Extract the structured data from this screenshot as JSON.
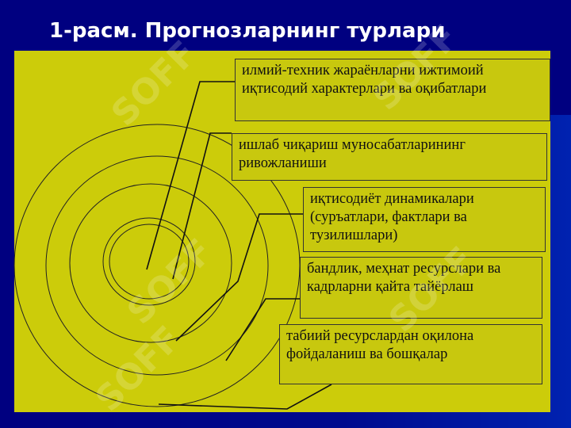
{
  "title": "1-расм. Прогнозларнинг турлари",
  "boxes": [
    "илмий-техник жараёнларни ижтимоий иқтисодий характерлари ва оқибатлари",
    "ишлаб чиқариш муносабатларининг ривожланиши",
    "иқтисодиёт динамикалари (суръатлари, фактлари ва тузилишлари)",
    "бандлик, меҳнат ресурслари ва кадрларни қайта тайёрлаш",
    "табиий ресурслардан оқилона фойдаланиш ва бошқалар"
  ],
  "watermark": "SOFF",
  "colors": {
    "background": "#000080",
    "panel": "#cccc0a",
    "text": "#111111",
    "title": "#ffffff"
  }
}
